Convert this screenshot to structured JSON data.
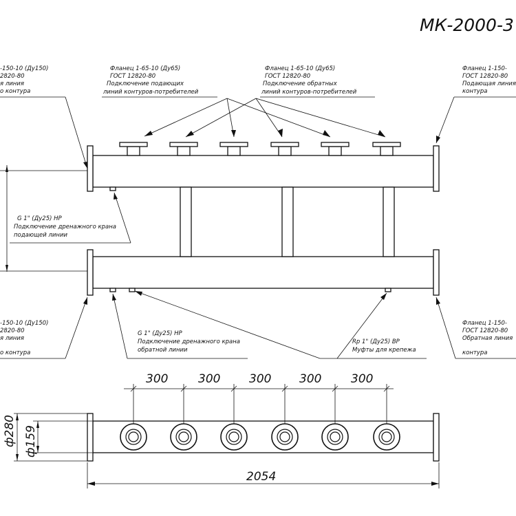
{
  "title": "МК-2000-3",
  "callouts": {
    "supply_main_left": [
      "-150-10 (Ду150)",
      "2820-80",
      "я линия",
      "о контура"
    ],
    "supply_branch_flange": [
      "Фланец 1-65-10 (Ду65)",
      "ГОСТ 12820-80",
      "Подключение подающих",
      "линий контуров-потребителей"
    ],
    "return_branch_flange": [
      "Фланец 1-65-10 (Ду65)",
      "ГОСТ 12820-80",
      "Подключение обратных",
      "линий контуров-потребителей"
    ],
    "supply_main_right": [
      "Фланец 1-150-",
      "ГОСТ 12820-80",
      "Подающая линия",
      "контура"
    ],
    "supply_drain": [
      "G 1\" (Ду25) НР",
      "Подключение дренажного крана",
      "подающей линии"
    ],
    "return_main_left": [
      "-150-10 (Ду150)",
      "2820-80",
      "я линия",
      "о контура"
    ],
    "return_drain": [
      "G 1\" (Ду25) НР",
      "Подключение дренажного крана",
      "обратной линии"
    ],
    "mounting_couplings": [
      "Rp 1\" (Ду25) ВР",
      "Муфты для крепежа"
    ],
    "return_main_right": [
      "Фланец 1-150-",
      "ГОСТ 12820-80",
      "Обратная линия",
      "контура"
    ]
  },
  "dimensions": {
    "spacing": [
      "300",
      "300",
      "300",
      "300",
      "300"
    ],
    "flange_diameter": "ф280",
    "pipe_diameter": "ф159",
    "overall_length": "2054"
  }
}
